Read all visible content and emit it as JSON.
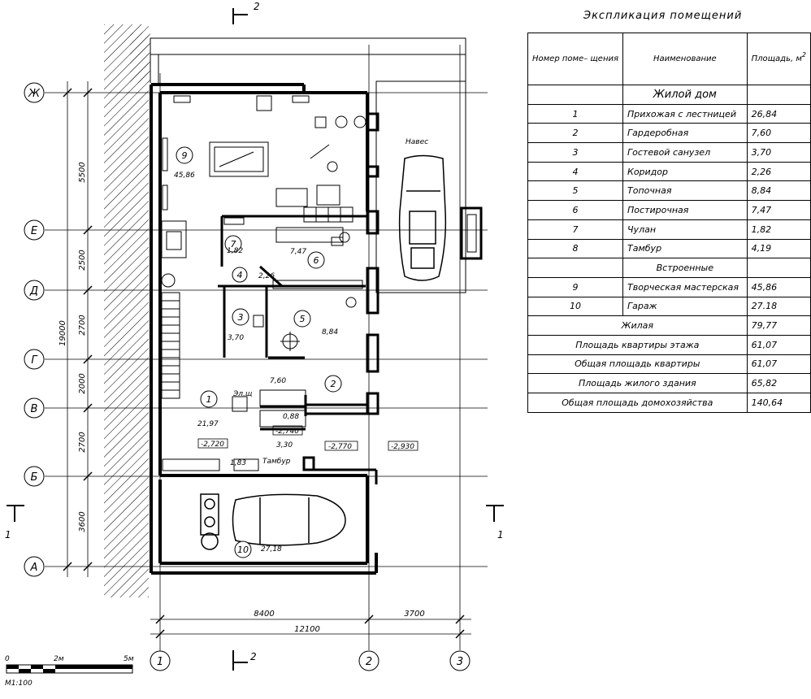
{
  "plan": {
    "axes_letters": [
      "Ж",
      "Е",
      "Д",
      "Г",
      "В",
      "Б",
      "А"
    ],
    "axes_numbers": [
      "1",
      "2",
      "3"
    ],
    "vertical_dims": [
      "5500",
      "2500",
      "2700",
      "2000",
      "2700",
      "3600"
    ],
    "vertical_total": "19000",
    "horizontal_dims": [
      "8400",
      "3700"
    ],
    "horizontal_total": "12100",
    "section_label": "2",
    "section_side_label": "1",
    "canopy_label": "Навес",
    "room_numbers": [
      "9",
      "7",
      "6",
      "4",
      "3",
      "5",
      "2",
      "1",
      "10"
    ],
    "room_areas": {
      "r9": "45,86",
      "r7": "1,82",
      "r6": "7,47",
      "r4": "2,26",
      "r3": "3,70",
      "r5": "8,84",
      "r2": "7,60",
      "r1": "21,97",
      "r10": "27,18",
      "hall": "1,83",
      "closet": "0,88",
      "tambour": "3,30"
    },
    "elevations": [
      "-2,720",
      "-2,740",
      "-2,770",
      "-2,930"
    ],
    "el_shield": "Эл.щ",
    "tambour_label": "Тамбур",
    "scale_ticks": [
      "0",
      "2м",
      "5м"
    ],
    "scale_label": "М1:100"
  },
  "table": {
    "title": "Экспликация помещений",
    "header": {
      "num": "Номер поме– щения",
      "name": "Наименование",
      "area": "Площадь, м",
      "area_sup": "2"
    },
    "section_residential": "Жилой дом",
    "section_builtin": "Встроенные",
    "rows": [
      {
        "num": "1",
        "name": "Прихожая с лестницей",
        "area": "26,84"
      },
      {
        "num": "2",
        "name": "Гардеробная",
        "area": "7,60"
      },
      {
        "num": "3",
        "name": "Гостевой санузел",
        "area": "3,70"
      },
      {
        "num": "4",
        "name": "Коридор",
        "area": "2,26"
      },
      {
        "num": "5",
        "name": "Топочная",
        "area": "8,84"
      },
      {
        "num": "6",
        "name": "Постирочная",
        "area": "7,47"
      },
      {
        "num": "7",
        "name": "Чулан",
        "area": "1,82"
      },
      {
        "num": "8",
        "name": "Тамбур",
        "area": "4,19"
      }
    ],
    "rows_builtin": [
      {
        "num": "9",
        "name": "Творческая мастерская",
        "area": "45,86"
      },
      {
        "num": "10",
        "name": "Гараж",
        "area": "27.18"
      }
    ],
    "summary": [
      {
        "label": "Жилая",
        "value": "79,77"
      },
      {
        "label": "Площадь квартиры этажа",
        "value": "61,07"
      },
      {
        "label": "Общая площадь квартиры",
        "value": "61,07"
      },
      {
        "label": "Площадь жилого здания",
        "value": "65,82"
      },
      {
        "label": "Общая площадь домохозяйства",
        "value": "140,64"
      }
    ]
  }
}
